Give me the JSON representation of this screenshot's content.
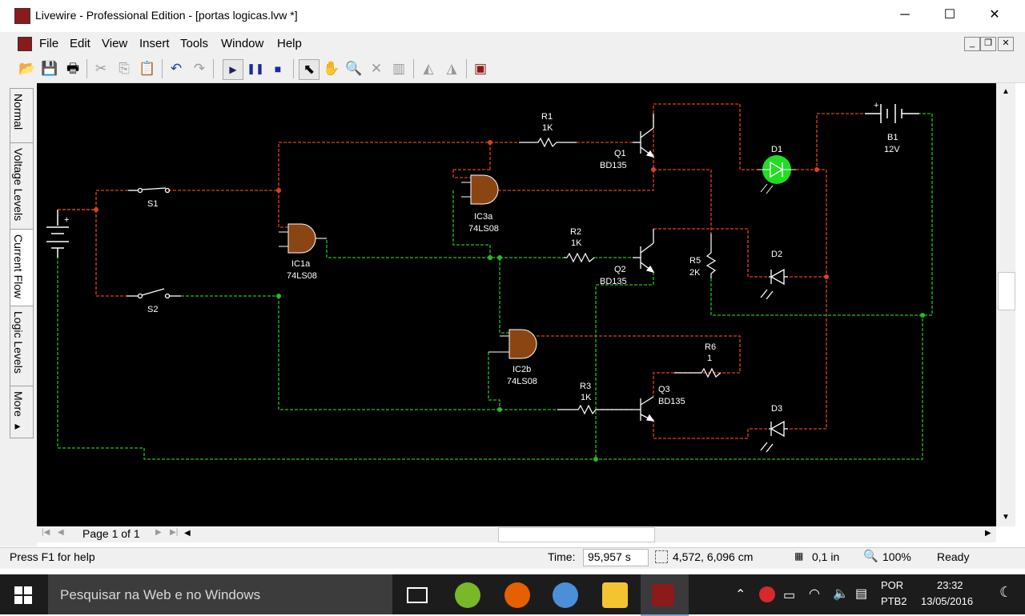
{
  "window": {
    "title": "Livewire - Professional Edition - [portas logicas.lvw *]",
    "minimize_glyph": "─",
    "maximize_glyph": "☐",
    "close_glyph": "✕"
  },
  "menu": {
    "items": [
      "File",
      "Edit",
      "View",
      "Insert",
      "Tools",
      "Window",
      "Help"
    ],
    "mdi_minimize": "_",
    "mdi_restore": "❐",
    "mdi_close": "✕"
  },
  "toolbar": {
    "icons": [
      "open-icon",
      "save-icon",
      "print-icon",
      "cut-icon",
      "copy-icon",
      "paste-icon",
      "undo-icon",
      "redo-icon",
      "play-icon",
      "pause-icon",
      "stop-icon",
      "select-pointer-icon",
      "hand-pan-icon",
      "zoom-icon",
      "delete-icon",
      "probe-icon",
      "rotate-left-icon",
      "rotate-right-icon",
      "gallery-icon"
    ]
  },
  "left_tabs": [
    "Normal",
    "Voltage Levels",
    "Current Flow",
    "Logic Levels",
    "More ▸"
  ],
  "components": {
    "R1": {
      "name": "R1",
      "value": "1K"
    },
    "R2": {
      "name": "R2",
      "value": "1K"
    },
    "R3": {
      "name": "R3",
      "value": "1K"
    },
    "R5": {
      "name": "R5",
      "value": "2K"
    },
    "R6": {
      "name": "R6",
      "value": "1"
    },
    "Q1": {
      "name": "Q1",
      "value": "BD135"
    },
    "Q2": {
      "name": "Q2",
      "value": "BD135"
    },
    "Q3": {
      "name": "Q3",
      "value": "BD135"
    },
    "D1": {
      "name": "D1",
      "state": "lit",
      "color": "#22dd22"
    },
    "D2": {
      "name": "D2"
    },
    "D3": {
      "name": "D3"
    },
    "B1": {
      "name": "B1",
      "value": "12V"
    },
    "S1": {
      "name": "S1"
    },
    "S2": {
      "name": "S2"
    },
    "IC1a": {
      "name": "IC1a",
      "value": "74LS08"
    },
    "IC2b": {
      "name": "IC2b",
      "value": "74LS08"
    },
    "IC3a": {
      "name": "IC3a",
      "value": "74LS08"
    }
  },
  "colors": {
    "wire_high": "#e04020",
    "wire_low": "#20c020",
    "canvas_bg": "#000000",
    "gate_fill": "#8b4513"
  },
  "page_nav": {
    "label": "Page 1 of 1"
  },
  "status": {
    "help": "Press F1 for help",
    "time_label": "Time:",
    "time_value": "95,957 s",
    "coords": "4,572, 6,096 cm",
    "grid": "0,1 in",
    "zoom": "100%",
    "state": "Ready"
  },
  "taskbar": {
    "search_placeholder": "Pesquisar na Web e no Windows",
    "lang_top": "POR",
    "lang_bottom": "PTB2",
    "time": "23:32",
    "date": "13/05/2016"
  }
}
